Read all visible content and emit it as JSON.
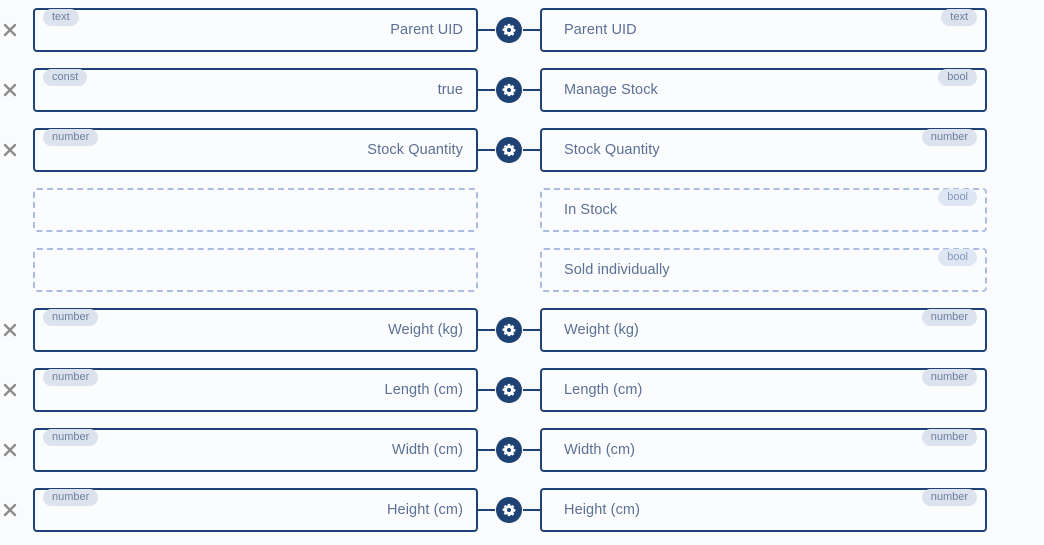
{
  "theme": {
    "background": "#f9fbfd",
    "border_navy": "#1d4273",
    "text_muted": "#5b7094",
    "badge_bg": "#dde3ee",
    "badge_text": "#6b7f9e",
    "dashed_border": "#aabde0",
    "remove_icon": "#8c8c8c"
  },
  "icons": {
    "remove": "close-icon",
    "settings": "gear-icon"
  },
  "mappings": [
    {
      "removable": true,
      "connected": true,
      "source": {
        "type": "text",
        "label": "Parent UID",
        "empty": false
      },
      "target": {
        "type": "text",
        "label": "Parent UID",
        "empty": false
      }
    },
    {
      "removable": true,
      "connected": true,
      "source": {
        "type": "const",
        "label": "true",
        "empty": false
      },
      "target": {
        "type": "bool",
        "label": "Manage Stock",
        "empty": false
      }
    },
    {
      "removable": true,
      "connected": true,
      "source": {
        "type": "number",
        "label": "Stock Quantity",
        "empty": false
      },
      "target": {
        "type": "number",
        "label": "Stock Quantity",
        "empty": false
      }
    },
    {
      "removable": false,
      "connected": false,
      "source": {
        "type": "",
        "label": "",
        "empty": true
      },
      "target": {
        "type": "bool",
        "label": "In Stock",
        "empty": true
      }
    },
    {
      "removable": false,
      "connected": false,
      "source": {
        "type": "",
        "label": "",
        "empty": true
      },
      "target": {
        "type": "bool",
        "label": "Sold individually",
        "empty": true
      }
    },
    {
      "removable": true,
      "connected": true,
      "source": {
        "type": "number",
        "label": "Weight (kg)",
        "empty": false
      },
      "target": {
        "type": "number",
        "label": "Weight (kg)",
        "empty": false
      }
    },
    {
      "removable": true,
      "connected": true,
      "source": {
        "type": "number",
        "label": "Length (cm)",
        "empty": false
      },
      "target": {
        "type": "number",
        "label": "Length (cm)",
        "empty": false
      }
    },
    {
      "removable": true,
      "connected": true,
      "source": {
        "type": "number",
        "label": "Width (cm)",
        "empty": false
      },
      "target": {
        "type": "number",
        "label": "Width (cm)",
        "empty": false
      }
    },
    {
      "removable": true,
      "connected": true,
      "source": {
        "type": "number",
        "label": "Height (cm)",
        "empty": false
      },
      "target": {
        "type": "number",
        "label": "Height (cm)",
        "empty": false
      }
    }
  ]
}
